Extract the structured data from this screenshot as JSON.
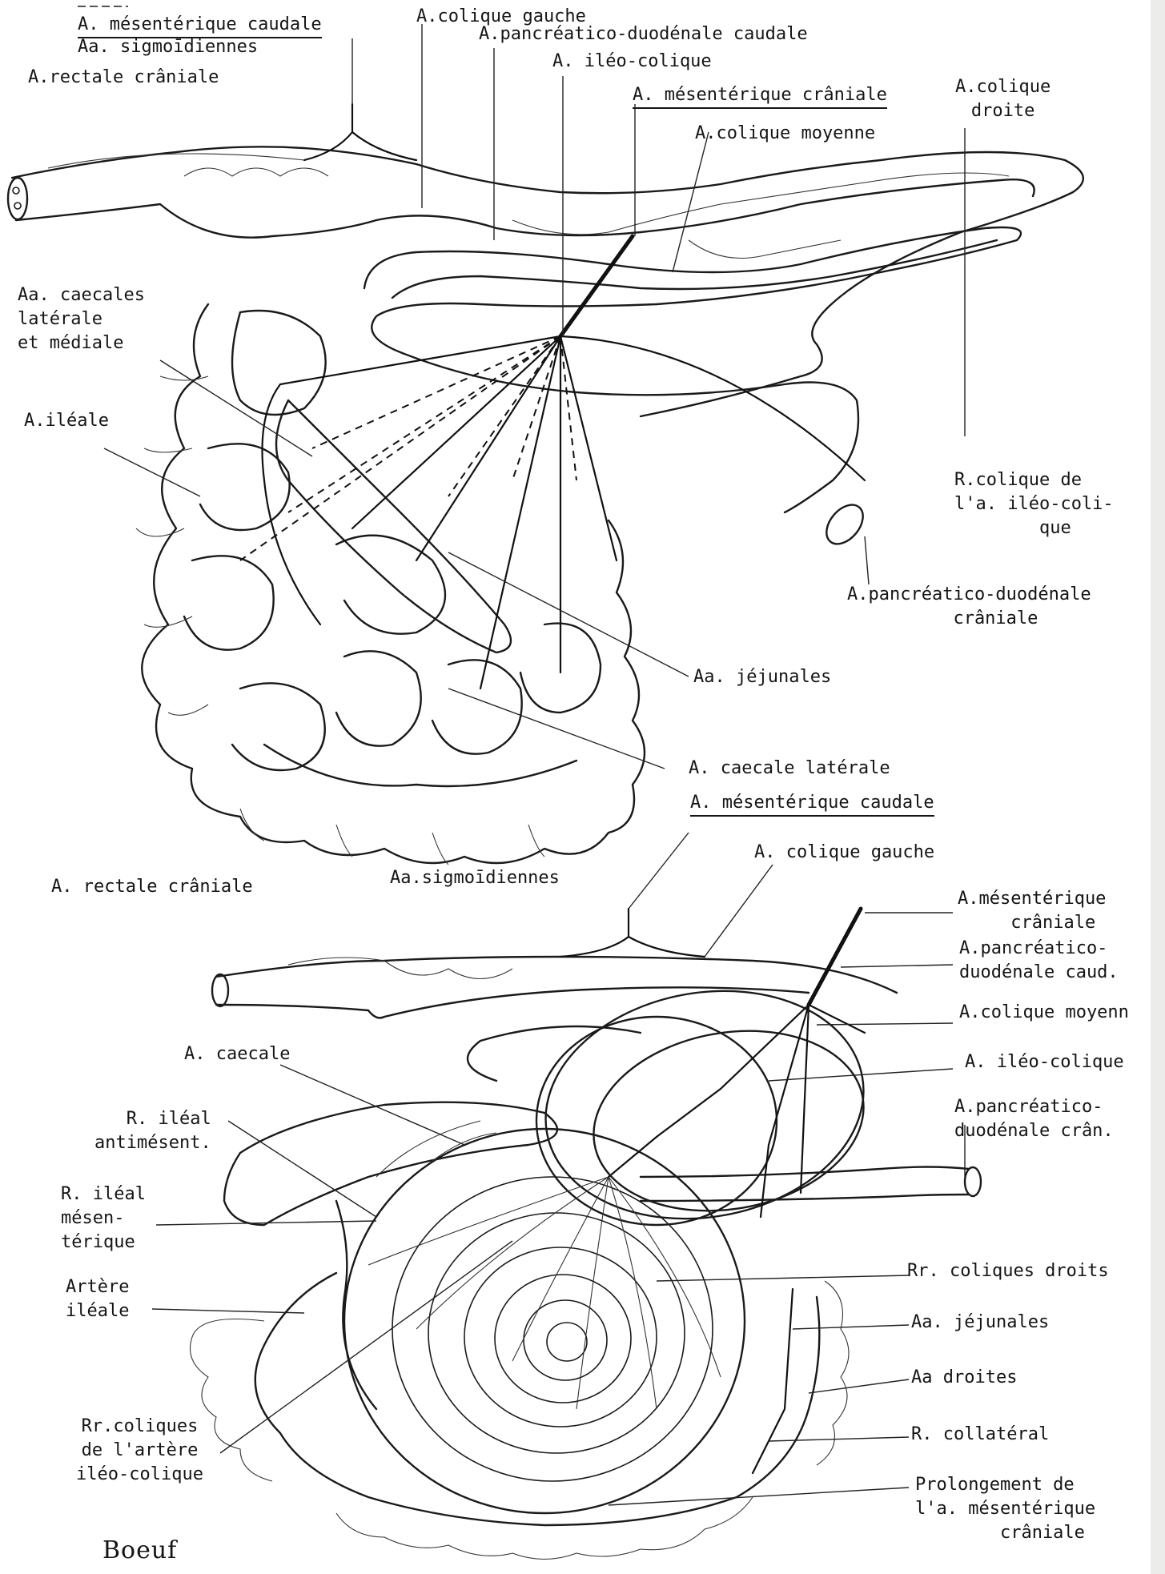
{
  "top_figure": {
    "labels": {
      "mes_caudale": "A. mésentérique caudale",
      "sigmoidiennes": "Aa. sigmoīdiennes",
      "rectale_craniale": "A.rectale crâniale",
      "colique_gauche": "A.colique gauche",
      "panc_duod_caudale": "A.pancréatico-duodénale caudale",
      "ileo_colique": "A. iléo-colique",
      "mes_craniale": "A. mésentérique crâniale",
      "colique_droite": "A.colique\ndroite",
      "colique_moyenne": "A.colique moyenne",
      "caecales": "Aa. caecales\nlatérale\net médiale",
      "ileale": "A.iléale",
      "r_colique_ileo": "R.colique de\nl'a. iléo-coli-\n        que",
      "panc_duod_craniale": "A.pancréatico-duodénale\n          crâniale",
      "jejunales": "Aa. jéjunales",
      "caecale_laterale": "A. caecale latérale"
    }
  },
  "bottom_figure": {
    "labels": {
      "mes_caudale": "A. mésentérique caudale",
      "colique_gauche": "A. colique gauche",
      "rectale_craniale": "A. rectale crâniale",
      "sigmoidiennes": "Aa.sigmoīdiennes",
      "mes_craniale": "A.mésentérique\n     crâniale",
      "panc_duod_caud": "A.pancréatico-\nduodénale caud.",
      "colique_moyenne": "A.colique moyenn",
      "ileo_colique": "A. iléo-colique",
      "panc_duod_cran": "A.pancréatico-\nduodénale crân.",
      "caecale": "A. caecale",
      "r_ileal_antimes": "R. iléal\nantimésent.",
      "r_ileal_mes": "R. iléal\nmésen-\ntérique",
      "artere_ileale": "Artère\niléale",
      "rr_coliques_droits": "Rr. coliques droits",
      "aa_jejunales": "Aa. jéjunales",
      "aa_droites": "Aa droites",
      "r_collateral": "R. collatéral",
      "rr_coliques_ileo": "Rr.coliques\nde l'artère\niléo-colique",
      "prolongement": "Prolongement de\nl'a. mésentérique\n        crâniale"
    }
  },
  "caption": {
    "species": "Boeuf"
  }
}
